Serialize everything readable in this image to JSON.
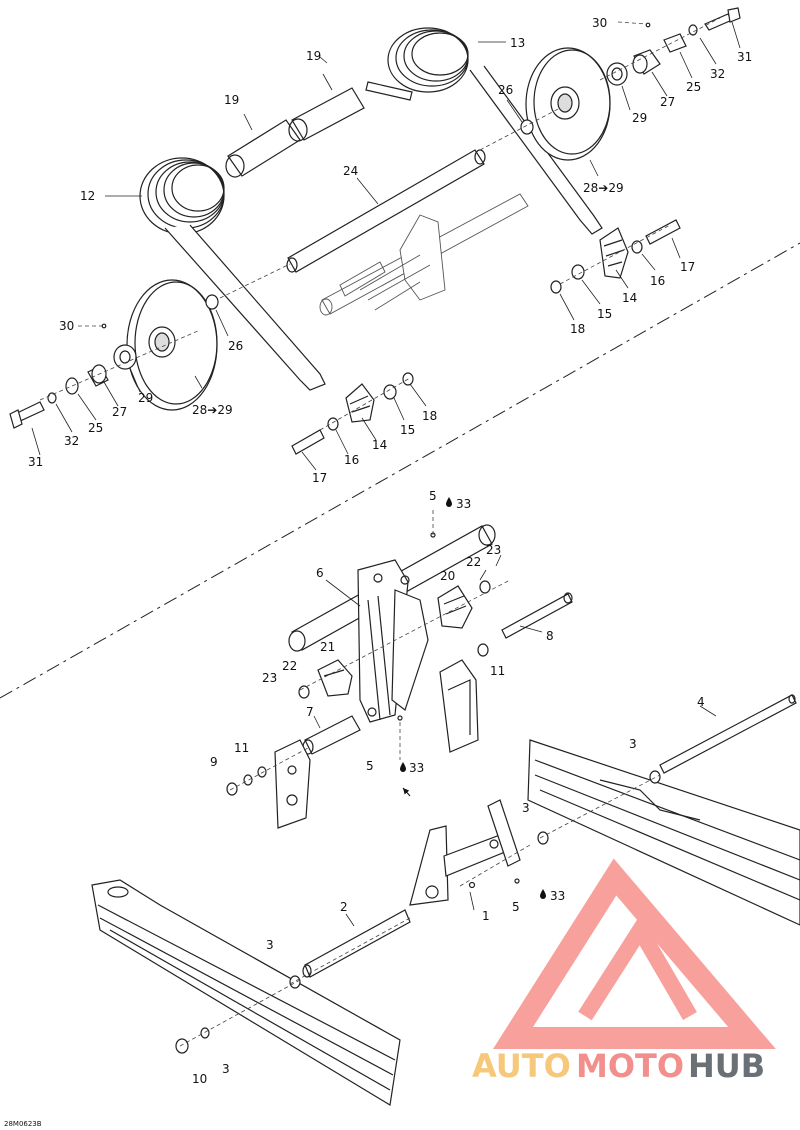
{
  "diagram": {
    "labels": {
      "l30a": "30",
      "l31a": "31",
      "l32a": "32",
      "l25a": "25",
      "l27a": "27",
      "l29a": "29",
      "l26a": "26",
      "l13": "13",
      "l2829a": "28➔29",
      "l17a": "17",
      "l16a": "16",
      "l14a": "14",
      "l15a": "15",
      "l18a": "18",
      "l19a": "19",
      "l19b": "19",
      "l24": "24",
      "l12": "12",
      "l30b": "30",
      "l26b": "26",
      "l27b": "27",
      "l29b": "29",
      "l2829b": "28➔29",
      "l25b": "25",
      "l32b": "32",
      "l31b": "31",
      "l18b": "18",
      "l15b": "15",
      "l14b": "14",
      "l16b": "16",
      "l17b": "17",
      "l5a": "5",
      "l33a": "33",
      "l6": "6",
      "l20": "20",
      "l22a": "22",
      "l23a": "23",
      "l8": "8",
      "l21": "21",
      "l11a": "11",
      "l22b": "22",
      "l23b": "23",
      "l7": "7",
      "l5b": "5",
      "l33b": "33",
      "l9": "9",
      "l11b": "11",
      "l4": "4",
      "l3a": "3",
      "l3b": "3",
      "l1": "1",
      "l5c": "5",
      "l33c": "33",
      "l2": "2",
      "l3c": "3",
      "l10": "10",
      "l3d": "3"
    },
    "drawing_code": "28M0623B"
  },
  "watermark": {
    "auto": "AUTO",
    "moto": "MOTO",
    "hub": "HUB",
    "colors": {
      "logo": "#f28f8c",
      "auto": "#f6c87a",
      "hub": "#6b6f76"
    }
  }
}
